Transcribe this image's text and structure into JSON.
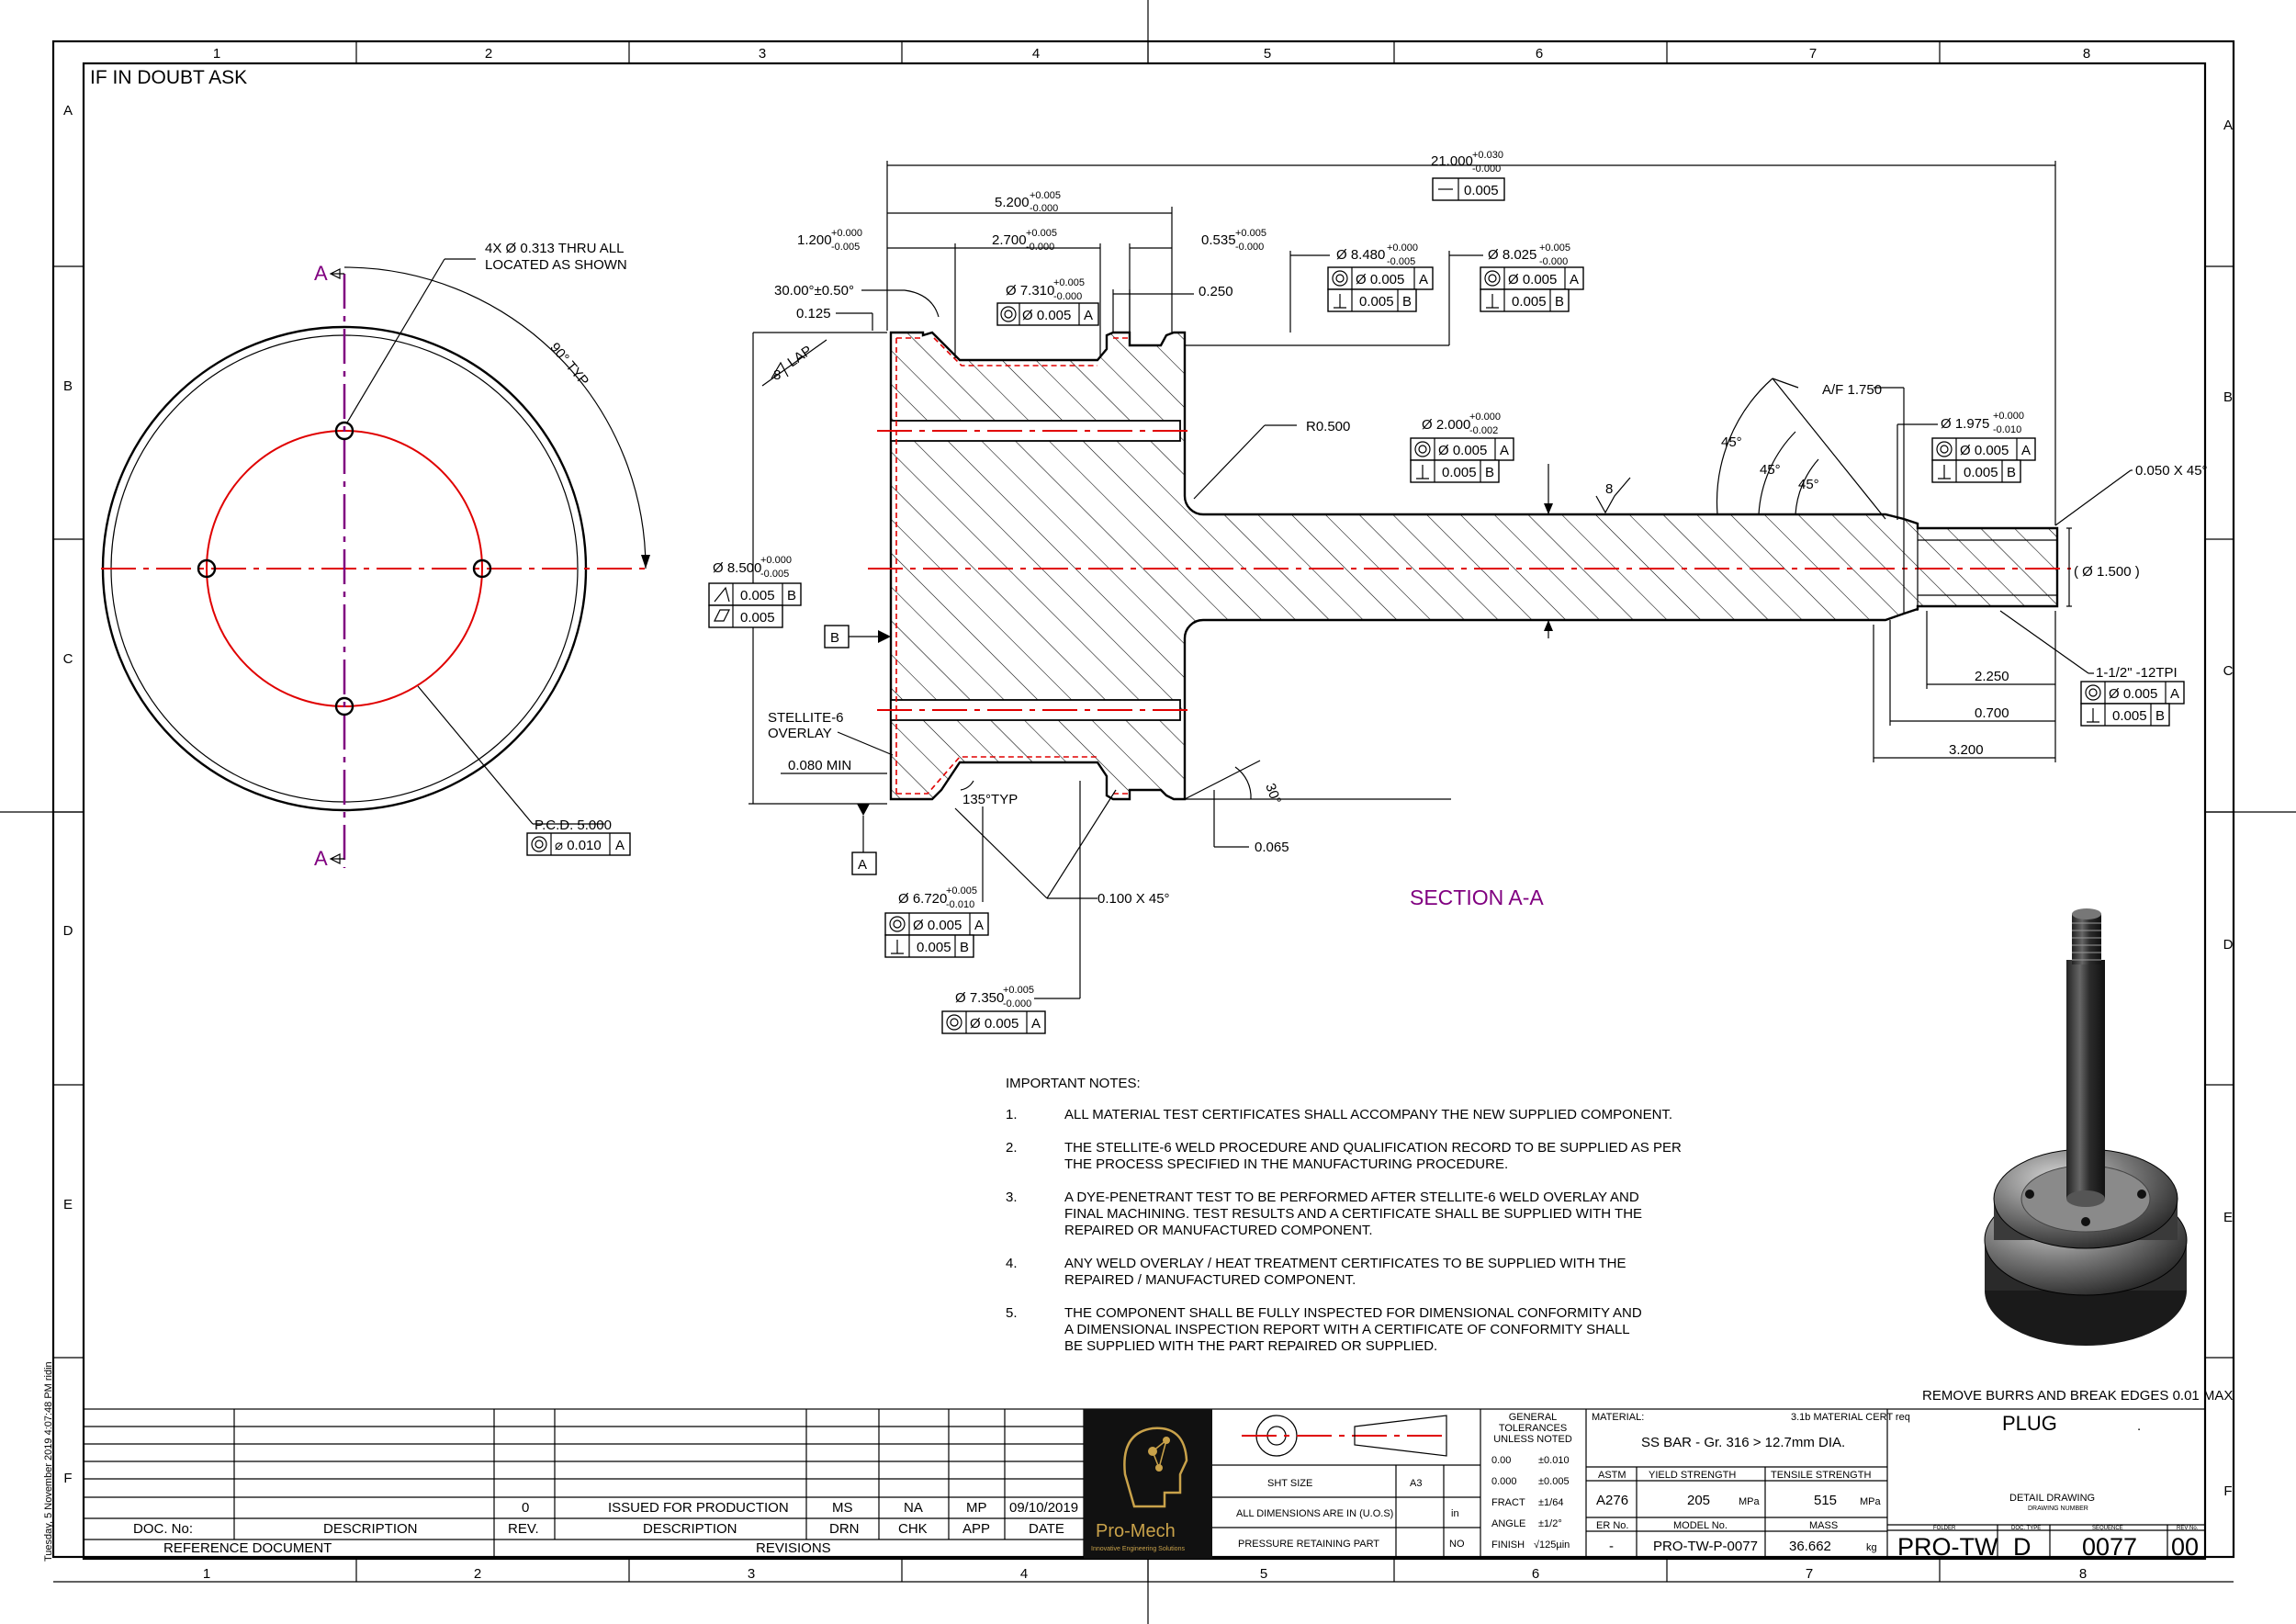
{
  "header": {
    "doubt_note": "IF IN DOUBT ASK"
  },
  "zones": {
    "columns": [
      "1",
      "2",
      "3",
      "4",
      "5",
      "6",
      "7",
      "8"
    ],
    "rows": [
      "A",
      "B",
      "C",
      "D",
      "E",
      "F"
    ]
  },
  "plot_stamp": "Tuesday, 5 November 2019 4:07:48 PM ridin",
  "front_view": {
    "hole_note_1": "4X Ø 0.313 THRU ALL",
    "hole_note_2": "LOCATED AS SHOWN",
    "typ_angle": "90° TYP",
    "section_letter_top": "A",
    "section_letter_bottom": "A",
    "pcd_label": "P.C.D. 5.000",
    "pcd_tol": "0.010",
    "pcd_datum": "A"
  },
  "section_view": {
    "title": "SECTION A-A",
    "overall_length": "21.000",
    "overall_length_tol_plus": "+0.030",
    "overall_length_tol_minus": "-0.000",
    "overall_flatness": "0.005",
    "dim_5200": "5.200",
    "dim_5200_plus": "+0.005",
    "dim_5200_minus": "-0.000",
    "dim_1200": "1.200",
    "dim_1200_plus": "+0.000",
    "dim_1200_minus": "-0.005",
    "dim_2700": "2.700",
    "dim_2700_plus": "+0.005",
    "dim_2700_minus": "-0.000",
    "dim_0535": "0.535",
    "dim_0535_plus": "+0.005",
    "dim_0535_minus": "-0.000",
    "chamfer_angle": "30.00°±0.50°",
    "dim_0125": "0.125",
    "dia_7310": "Ø 7.310",
    "dia_7310_plus": "+0.005",
    "dia_7310_minus": "-0.000",
    "dia_7310_fcf": "Ø 0.005",
    "dia_7310_datum": "A",
    "dim_0250": "0.250",
    "dia_8480": "Ø 8.480",
    "dia_8480_plus": "+0.000",
    "dia_8480_minus": "-0.005",
    "dia_8480_fcf1": "Ø 0.005",
    "dia_8480_fcf1_datum": "A",
    "dia_8480_fcf2": "0.005",
    "dia_8480_fcf2_datum": "B",
    "dia_8025": "Ø 8.025",
    "dia_8025_plus": "+0.005",
    "dia_8025_minus": "-0.000",
    "dia_8025_fcf1": "Ø 0.005",
    "dia_8025_fcf1_datum": "A",
    "dia_8025_fcf2": "0.005",
    "dia_8025_fcf2_datum": "B",
    "lap_finish": "8",
    "lap_note": "LAP",
    "radius": "R0.500",
    "dia_2000": "Ø 2.000",
    "dia_2000_plus": "+0.000",
    "dia_2000_minus": "-0.002",
    "dia_2000_fcf1": "Ø 0.005",
    "dia_2000_fcf1_datum": "A",
    "dia_2000_fcf2": "0.005",
    "dia_2000_fcf2_datum": "B",
    "shaft_finish": "8",
    "across_flats": "A/F 1.750",
    "angle_45_a": "45°",
    "angle_45_b": "45°",
    "angle_45_c": "45°",
    "dia_1975": "Ø 1.975",
    "dia_1975_plus": "+0.000",
    "dia_1975_minus": "-0.010",
    "dia_1975_fcf1": "Ø 0.005",
    "dia_1975_fcf1_datum": "A",
    "dia_1975_fcf2": "0.005",
    "dia_1975_fcf2_datum": "B",
    "end_chamfer": "0.050 X 45°",
    "ref_dia": "( Ø 1.500 )",
    "thread": "1-1/2\" -12TPI",
    "thread_fcf1": "Ø 0.005",
    "thread_fcf1_datum": "A",
    "thread_fcf2": "0.005",
    "thread_fcf2_datum": "B",
    "dim_2250": "2.250",
    "dim_0700": "0.700",
    "dim_3200": "3.200",
    "dia_8500": "Ø 8.500",
    "dia_8500_plus": "+0.000",
    "dia_8500_minus": "-0.005",
    "dia_8500_fcf1": "0.005",
    "dia_8500_fcf1_datum": "B",
    "dia_8500_fcf2": "0.005",
    "datum_b": "B",
    "datum_a": "A",
    "stellite_1": "STELLITE-6",
    "stellite_2": "OVERLAY",
    "dim_0080": "0.080 MIN",
    "angle_135": "135°TYP",
    "angle_30": "30°",
    "dim_0065": "0.065",
    "groove_chamfer": "0.100 X 45°",
    "dia_6720": "Ø 6.720",
    "dia_6720_plus": "+0.005",
    "dia_6720_minus": "-0.010",
    "dia_6720_fcf1": "Ø 0.005",
    "dia_6720_fcf1_datum": "A",
    "dia_6720_fcf2": "0.005",
    "dia_6720_fcf2_datum": "B",
    "dia_7350": "Ø 7.350",
    "dia_7350_plus": "+0.005",
    "dia_7350_minus": "-0.000",
    "dia_7350_fcf": "Ø 0.005",
    "dia_7350_datum": "A"
  },
  "notes": {
    "heading": "IMPORTANT NOTES:",
    "items": [
      {
        "num": "1.",
        "lines": [
          "ALL MATERIAL TEST CERTIFICATES SHALL ACCOMPANY THE NEW SUPPLIED COMPONENT."
        ]
      },
      {
        "num": "2.",
        "lines": [
          "THE STELLITE-6 WELD PROCEDURE AND QUALIFICATION RECORD TO BE SUPPLIED AS PER",
          "THE PROCESS SPECIFIED IN THE MANUFACTURING PROCEDURE."
        ]
      },
      {
        "num": "3.",
        "lines": [
          "A DYE-PENETRANT TEST TO BE PERFORMED AFTER STELLITE-6 WELD OVERLAY AND",
          "FINAL MACHINING. TEST RESULTS AND A CERTIFICATE SHALL BE SUPPLIED WITH THE",
          "REPAIRED OR MANUFACTURED COMPONENT."
        ]
      },
      {
        "num": "4.",
        "lines": [
          "ANY WELD OVERLAY / HEAT TREATMENT CERTIFICATES TO BE SUPPLIED WITH THE",
          "REPAIRED / MANUFACTURED COMPONENT."
        ]
      },
      {
        "num": "5.",
        "lines": [
          "THE COMPONENT SHALL BE FULLY INSPECTED FOR DIMENSIONAL CONFORMITY AND",
          "A DIMENSIONAL INSPECTION REPORT WITH A CERTIFICATE OF CONFORMITY SHALL",
          "BE SUPPLIED WITH THE PART REPAIRED OR SUPPLIED."
        ]
      }
    ]
  },
  "remove_burrs": "REMOVE BURRS AND BREAK EDGES 0.01 MAX",
  "revisions": {
    "rev": "0",
    "description": "ISSUED FOR PRODUCTION",
    "drn": "MS",
    "chk": "NA",
    "app": "MP",
    "date": "09/10/2019",
    "h_doc_no": "DOC. No:",
    "h_description": "DESCRIPTION",
    "h_rev": "REV.",
    "h_description2": "DESCRIPTION",
    "h_drn": "DRN",
    "h_chk": "CHK",
    "h_app": "APP",
    "h_date": "DATE",
    "h_reference": "REFERENCE DOCUMENT",
    "h_revisions": "REVISIONS"
  },
  "logo": {
    "name": "Pro-Mech",
    "tagline": "Innovative Engineering Solutions"
  },
  "sheet_info": {
    "sht_size_label": "SHT SIZE",
    "sht_size": "A3",
    "units_label": "ALL DIMENSIONS ARE IN (U.O.S)",
    "units": "in",
    "pressure_label": "PRESSURE RETAINING PART",
    "pressure": "NO"
  },
  "tolerances": {
    "heading_1": "GENERAL",
    "heading_2": "TOLERANCES",
    "heading_3": "UNLESS NOTED",
    "rows": [
      {
        "label": "0.00",
        "value": "±0.010"
      },
      {
        "label": "0.000",
        "value": "±0.005"
      },
      {
        "label": "FRACT",
        "value": "±1/64"
      },
      {
        "label": "ANGLE",
        "value": "±1/2°"
      },
      {
        "label": "FINISH",
        "value": "√125µin"
      }
    ]
  },
  "material": {
    "label": "MATERIAL:",
    "cert": "3.1b MATERIAL CERT req",
    "value": "SS BAR - Gr. 316 > 12.7mm DIA.",
    "h_astm": "ASTM",
    "h_yield": "YIELD STRENGTH",
    "h_tensile": "TENSILE STRENGTH",
    "astm": "A276",
    "yield": "205",
    "yield_unit": "MPa",
    "tensile": "515",
    "tensile_unit": "MPa",
    "h_er": "ER No.",
    "h_model": "MODEL No.",
    "h_mass": "MASS",
    "er": "-",
    "model": "PRO-TW-P-0077",
    "mass": "36.662",
    "mass_unit": "kg"
  },
  "title_block": {
    "title": "PLUG",
    "title_mark": ".",
    "drawing_type": "DETAIL DRAWING",
    "drawing_number_label": "DRAWING NUMBER",
    "h_folder": "FOLDER",
    "h_doc_type": "DOC. TYPE",
    "h_sequence": "SEQUENCE",
    "h_rev": "REV No.",
    "folder": "PRO-TW",
    "doc_type": "D",
    "sequence": "0077",
    "rev": "00"
  },
  "colors": {
    "centre_line": "#e00000",
    "section_marker": "#800080",
    "logo_gold": "#c9a24a",
    "logo_bg": "#111111"
  }
}
